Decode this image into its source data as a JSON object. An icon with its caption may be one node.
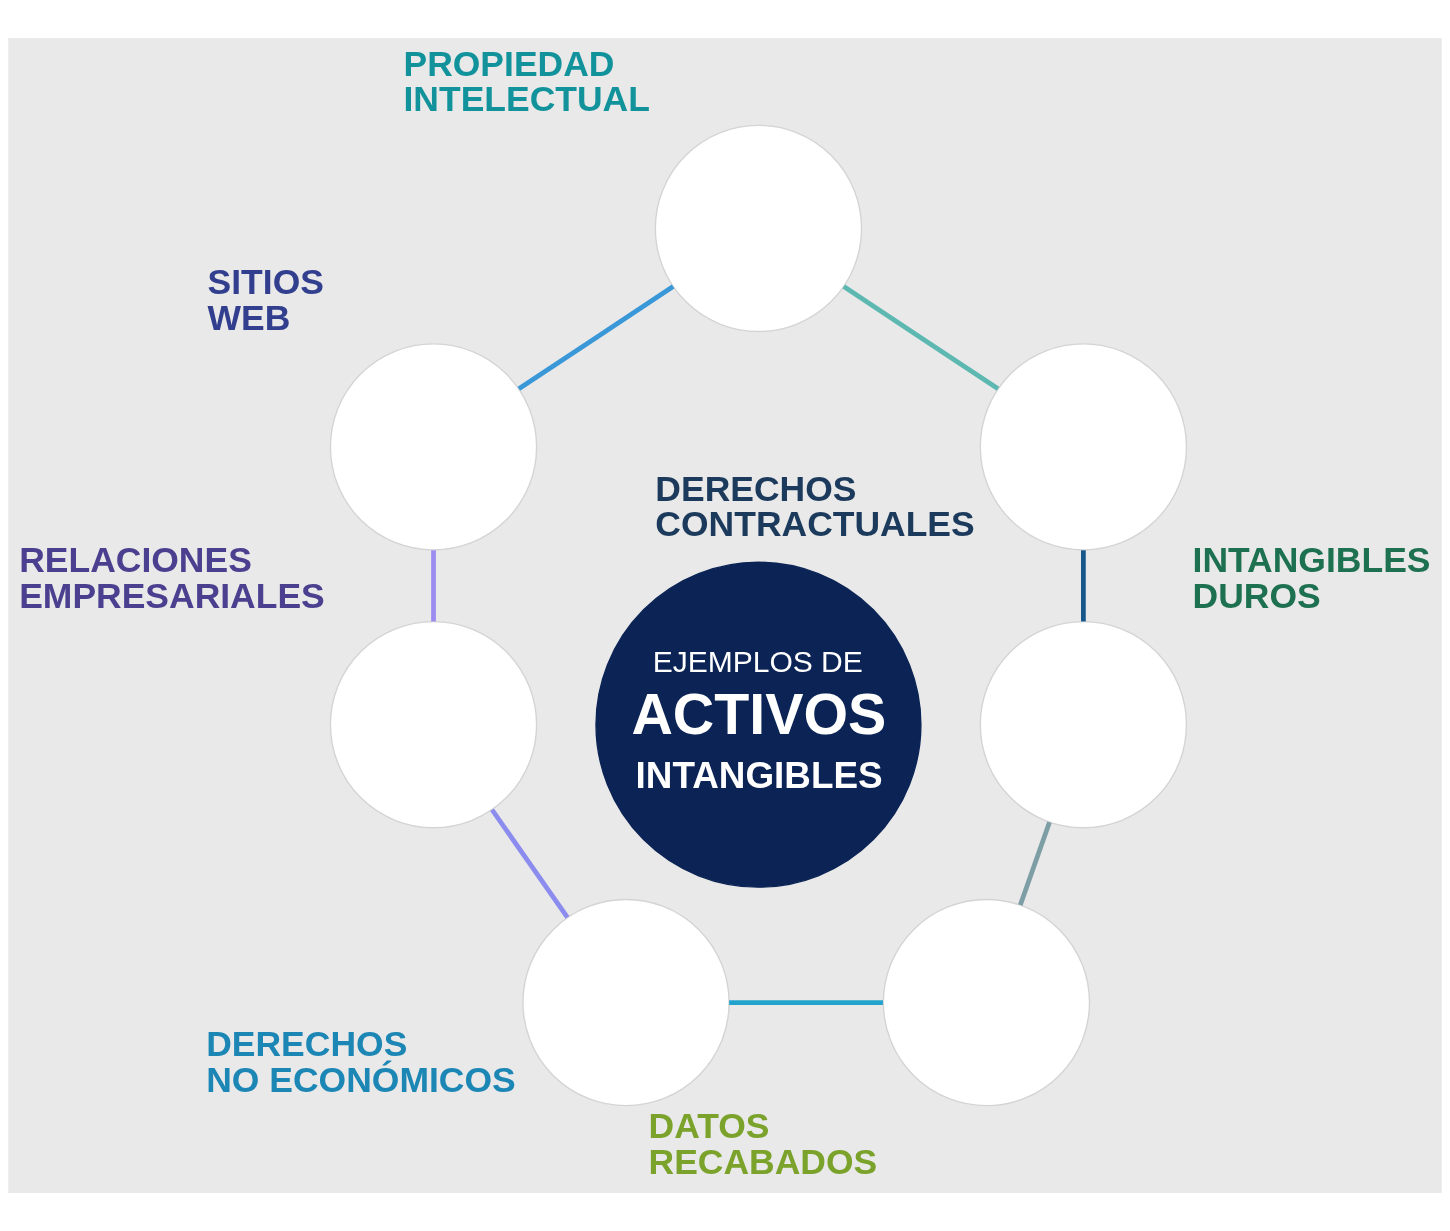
{
  "diagram": {
    "nodes": [
      {
        "text": [
          "EJEMPLOS DE",
          "ACTIVOS",
          "INTANGIBLES"
        ]
      },
      {
        "text": [],
        "shape": "circle",
        "beside": [
          "PROPIEDAD INTELECTUAL"
        ]
      },
      {
        "text": [],
        "shape": "circle",
        "beside": [
          "DERECHOS CONTRACTUALES"
        ]
      },
      {
        "text": [],
        "shape": "circle",
        "beside": [
          "INTANGIBLES DUROS"
        ]
      },
      {
        "text": [],
        "shape": "circle",
        "beside": [
          "DATOS RECABADOS"
        ]
      },
      {
        "text": [],
        "shape": "circle",
        "beside": [
          "DERECHOS NO ECONÓMICOS"
        ]
      },
      {
        "text": [],
        "shape": "circle",
        "beside": [
          "RELACIONES EMPRESARIALES"
        ]
      },
      {
        "text": [],
        "shape": "circle",
        "beside": [
          "SITIOS WEB"
        ]
      }
    ],
    "edges": [
      {
        "from": 1,
        "to": 7,
        "arrow": "none",
        "color": "#3a98d8"
      },
      {
        "from": 1,
        "to": 2,
        "arrow": "none",
        "color": "#5cb8b0"
      },
      {
        "from": 2,
        "to": 3,
        "arrow": "none",
        "color": "#17588c"
      },
      {
        "from": 3,
        "to": 4,
        "arrow": "none",
        "color": "#7e9ea6"
      },
      {
        "from": 5,
        "to": 4,
        "arrow": "none",
        "color": "#22a3cc"
      },
      {
        "from": 6,
        "to": 5,
        "arrow": "none",
        "color": "#8c8cef"
      },
      {
        "from": 7,
        "to": 6,
        "arrow": "none",
        "color": "#9b8cf0"
      }
    ]
  }
}
